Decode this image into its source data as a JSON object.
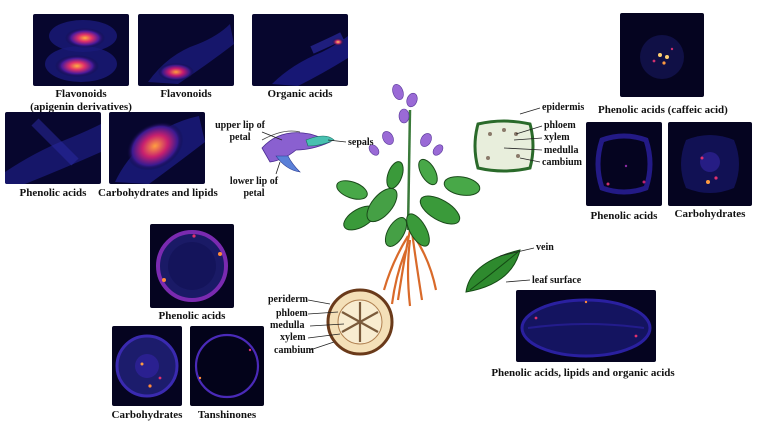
{
  "flower_panels": {
    "p1": "Flavonoids",
    "p1b": "(apigenin derivatives)",
    "p2": "Flavonoids",
    "p3": "Organic acids",
    "p4": "Phenolic acids",
    "p5": "Carbohydrates and lipids"
  },
  "flower_labels": {
    "upper_lip": "upper lip of",
    "upper_lip_2": "petal",
    "sepals": "sepals",
    "lower_lip": "lower lip of",
    "lower_lip_2": "petal"
  },
  "stem_panels": {
    "p1": "Phenolic acids (caffeic acid)",
    "p2": "Phenolic acids",
    "p3": "Carbohydrates"
  },
  "stem_labels": {
    "epidermis": "epidermis",
    "phloem": "phloem",
    "xylem": "xylem",
    "medulla": "medulla",
    "cambium": "cambium"
  },
  "root_panels": {
    "p1": "Phenolic acids",
    "p2": "Carbohydrates",
    "p3": "Tanshinones"
  },
  "root_labels": {
    "periderm": "periderm",
    "phloem": "phloem",
    "medulla": "medulla",
    "xylem": "xylem",
    "cambium": "cambium"
  },
  "leaf_panels": {
    "p1": "Phenolic acids, lipids and organic acids"
  },
  "leaf_labels": {
    "vein": "vein",
    "surface": "leaf surface"
  },
  "colors": {
    "panel_bg": "#07062e",
    "hot": "#ff8a2a",
    "mid": "#c2178b",
    "cool": "#2a1a8a",
    "leaf_green": "#2e8b2e",
    "root_orange": "#e07a3a",
    "flower_purple": "#8a5ad0"
  }
}
